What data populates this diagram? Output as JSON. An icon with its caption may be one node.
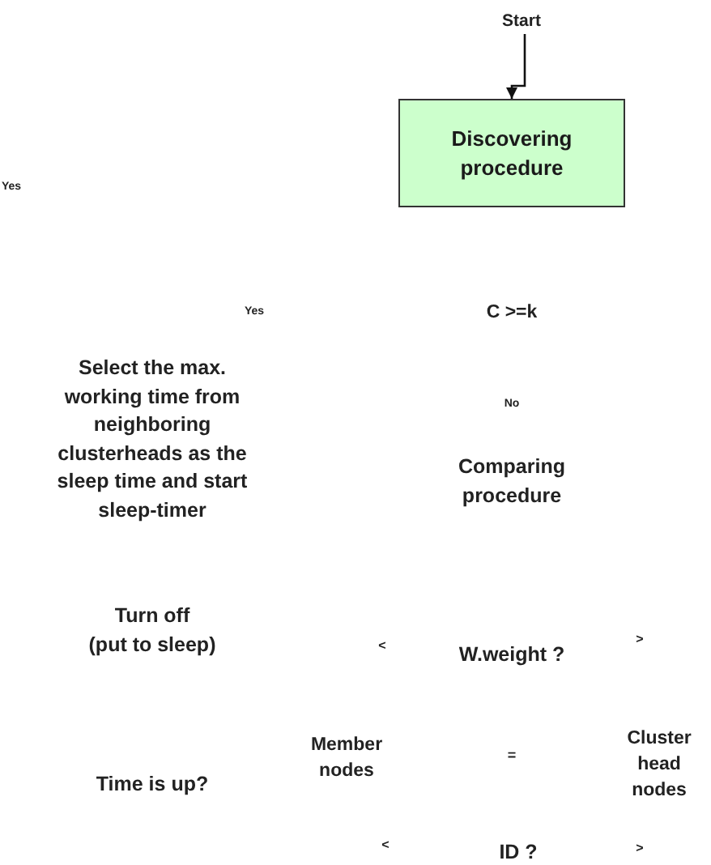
{
  "diagram": {
    "nodes": [
      {
        "text": [
          "Start"
        ]
      },
      {
        "text": [
          "Discovering procedure"
        ]
      }
    ],
    "edges": [
      {
        "from": 0,
        "to": 1,
        "arrow": "to"
      }
    ],
    "labels": [
      "Yes",
      "Yes",
      "C >=k",
      "Select the max. working time from neighboring clusterheads as the sleep time and start sleep-timer",
      "No",
      "Comparing procedure",
      "Turn off (put to sleep)",
      "<",
      "W.weight ?",
      ">",
      "Time is up?",
      "Member nodes",
      "=",
      "Cluster head nodes",
      "<",
      "ID ?",
      ">"
    ]
  }
}
